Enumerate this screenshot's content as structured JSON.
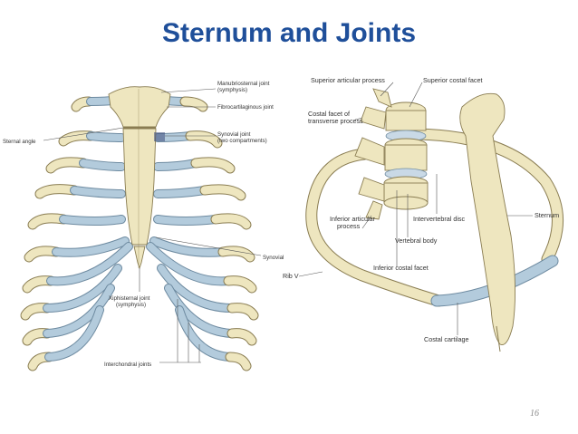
{
  "slide": {
    "title": "Sternum and Joints",
    "page_number": "16"
  },
  "left_figure": {
    "labels": {
      "manubriosternal_1": "Manubriosternal joint",
      "manubriosternal_2": "(symphysis)",
      "fibrocartilaginous": "Fibrocartilaginous joint",
      "synovial_two_1": "Synovial joint",
      "synovial_two_2": "(two compartments)",
      "sternal_angle": "Sternal angle",
      "synovial": "Synovial",
      "xiphisternal_1": "Xiphisternal joint",
      "xiphisternal_2": "(symphysis)",
      "interchondral": "Interchondral joints"
    }
  },
  "right_figure": {
    "labels": {
      "superior_articular": "Superior articular process",
      "superior_costal": "Superior costal facet",
      "costal_facet_1": "Costal facet of",
      "costal_facet_2": "transverse process",
      "inferior_articular_1": "Inferior articular",
      "inferior_articular_2": "process",
      "intervertebral_disc": "Intervertebral disc",
      "vertebral_body": "Vertebral body",
      "inferior_costal": "Inferior costal facet",
      "sternum": "Sternum",
      "rib_v": "Rib V",
      "costal_cartilage": "Costal cartilage"
    }
  },
  "colors": {
    "title": "#1f4f9a",
    "bone": "#eee6bf",
    "cartilage": "#aec7d9"
  }
}
